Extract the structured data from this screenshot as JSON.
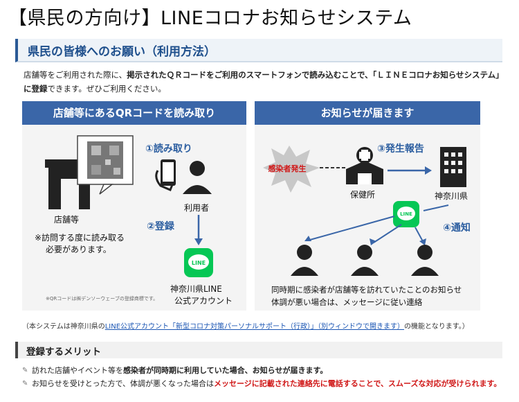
{
  "page_title": "【県民の方向け】LINEコロナお知らせシステム",
  "section_heading": "県民の皆様へのお願い（利用方法）",
  "intro": {
    "part1": "店舗等をご利用された際に、",
    "part2_bold": "掲示されたＱＲコードをご利用のスマートフォンで読み込むことで、「ＬＩＮＥコロナお知らせシステム」に登録",
    "part3": "できます。ぜひご利用ください。"
  },
  "diagram": {
    "left_header": "店舗等にあるQRコードを読み取り",
    "right_header": "お知らせが届きます",
    "step1": "①読み取り",
    "step2": "②登録",
    "step3": "③発生報告",
    "step4": "④通知",
    "store_label": "店舗等",
    "user_label": "利用者",
    "store_note_1": "※訪問する度に読み取る",
    "store_note_2": "必要があります。",
    "line_account_1": "神奈川県LINE",
    "line_account_2": "公式アカウント",
    "qr_trademark": "※QRコードは㈱デンソーウェーブの登録商標です。",
    "infection_label": "感染者発生",
    "health_center": "保健所",
    "prefecture": "神奈川県",
    "line_logo": "LINE",
    "notice_1": "同時期に感染者が店舗等を訪れていたことのお知らせ",
    "notice_2": "体調が悪い場合は、メッセージに従い連絡"
  },
  "footnote": {
    "prefix": "（本システムは神奈川県の",
    "link": "LINE公式アカウント「新型コロナ対策パーソナルサポート（行政）」（別ウィンドウで開きます）",
    "suffix": "の機能となります。）"
  },
  "merit_heading": "登録するメリット",
  "merits": {
    "b1_a": "訪れた店舗やイベント等を",
    "b1_b": "感染者が同時期に利用していた場合、お知らせが届きます。",
    "b2_a": "お知らせを受けとった方で、体調が悪くなった場合は",
    "b2_b": "メッセージに記載された連絡先に電話することで、スムーズな対応が受けられます。"
  },
  "colors": {
    "header_blue": "#3a66a8",
    "heading_text": "#1e4f8c",
    "line_green": "#06c755",
    "alert_red": "#d01818",
    "link_blue": "#1a55b3"
  }
}
